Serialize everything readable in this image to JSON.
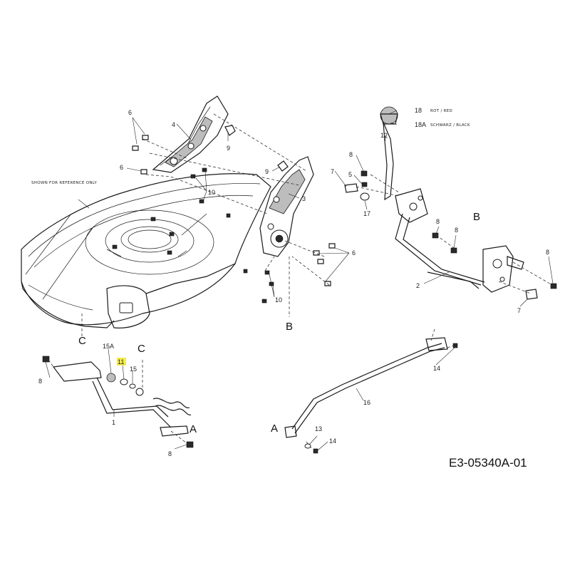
{
  "diagram": {
    "drawing_number": "E3-05340A-01",
    "reference_note": "SHOWN FOR REFERENCE ONLY",
    "highlighted_callout": "11",
    "highlight_color": "#f4ec4c",
    "callouts": {
      "c1": "1",
      "c2": "2",
      "c3": "3",
      "c4": "4",
      "c5": "5",
      "c6a": "6",
      "c6b": "6",
      "c6c": "6",
      "c7a": "7",
      "c7b": "7",
      "c8a": "8",
      "c8b": "8",
      "c8c": "8",
      "c8d": "8",
      "c8e": "8",
      "c8f": "8",
      "c9a": "9",
      "c9b": "9",
      "c10a": "10",
      "c10b": "10",
      "c11": "11",
      "c12": "12",
      "c13": "13",
      "c14a": "14",
      "c14b": "14",
      "c15": "15",
      "c15a": "15A",
      "c16": "16",
      "c17": "17",
      "c18": "18",
      "c18a": "18A"
    },
    "color_notes": {
      "n18": "ROT / RED",
      "n18a": "SCHWARZ / BLACK"
    },
    "reference_letters": {
      "a1": "A",
      "a2": "A",
      "b1": "B",
      "b2": "B",
      "cc1": "C",
      "cc2": "C"
    }
  }
}
